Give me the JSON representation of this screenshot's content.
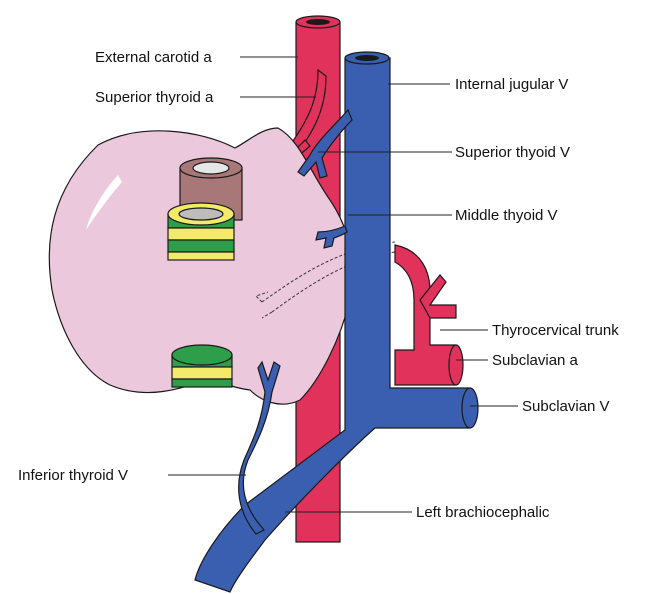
{
  "colors": {
    "artery": "#e0325a",
    "vein": "#3a5fb0",
    "thyroid": "#ecc8dc",
    "trachea_green": "#2e9e4a",
    "trachea_yellow": "#f3ea6a",
    "oesophagus": "#a87878"
  },
  "labels": {
    "external_carotid": "External carotid a",
    "superior_thyroid_a": "Superior thyroid a",
    "internal_jugular": "Internal jugular V",
    "superior_thyroid_v": "Superior thyoid V",
    "middle_thyroid_v": "Middle thyoid V",
    "thyrocervical_trunk": "Thyrocervical trunk",
    "subclavian_a": "Subclavian a",
    "subclavian_v": "Subclavian V",
    "inferior_thyroid_v": "Inferior thyroid V",
    "left_brachiocephalic": "Left brachiocephalic"
  }
}
